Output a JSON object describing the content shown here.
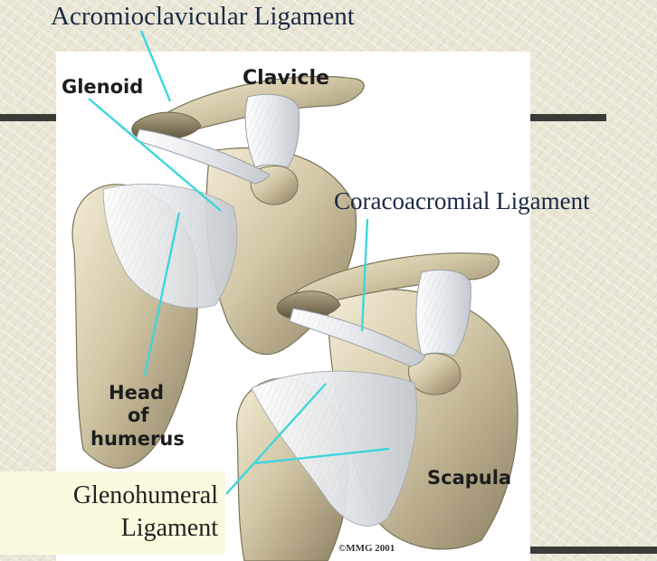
{
  "slide": {
    "labels": {
      "acromioclavicular": "Acromioclavicular Ligament",
      "coracoacromial": "Coracoacromial Ligament",
      "glenohumeral_line1": "Glenohumeral",
      "glenohumeral_line2": "Ligament"
    }
  },
  "illustration": {
    "labels": {
      "glenoid": "Glenoid",
      "clavicle": "Clavicle",
      "head_line1": "Head",
      "head_line2": "of",
      "head_line3": "humerus",
      "scapula": "Scapula",
      "copyright": "©MMG 2001"
    }
  },
  "colors": {
    "background": "#e9e6d6",
    "rule": "#3b3b37",
    "bone": "#cfc4a4",
    "ligament": "#eef0f2",
    "leader_line": "#3fd6dc",
    "label_text": "#1a2a44",
    "callout_fill": "#fbf9dd"
  }
}
